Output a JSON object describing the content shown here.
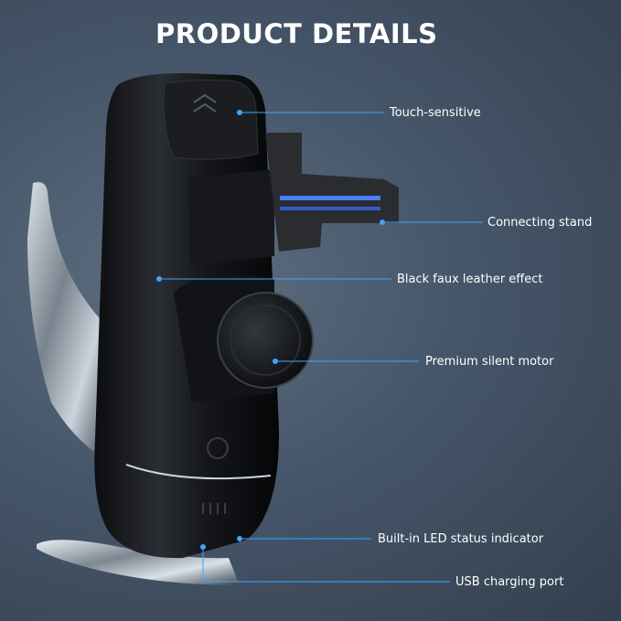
{
  "page": {
    "title": "PRODUCT DETAILS"
  },
  "callouts": [
    {
      "id": "touch",
      "label": "Touch-sensitive"
    },
    {
      "id": "stand",
      "label": "Connecting stand"
    },
    {
      "id": "leather",
      "label": "Black faux leather effect"
    },
    {
      "id": "motor",
      "label": "Premium silent motor"
    },
    {
      "id": "led",
      "label": "Built-in LED status indicator"
    },
    {
      "id": "usb",
      "label": "USB charging port"
    }
  ],
  "colors": {
    "callout_line": "#3ea6ff",
    "accent_led": "#4a7dff"
  }
}
